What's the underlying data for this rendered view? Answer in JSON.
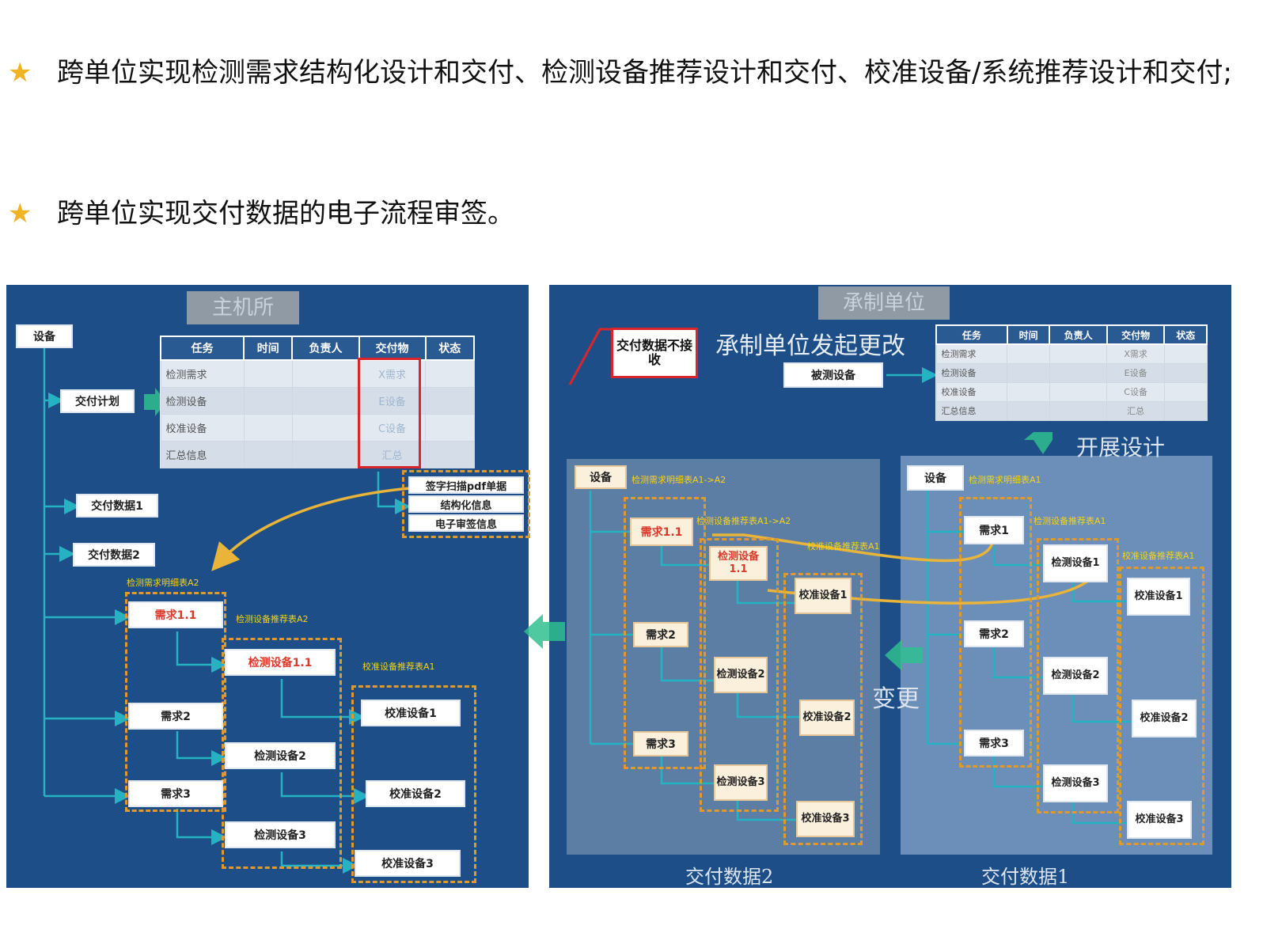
{
  "bullets": [
    "跨单位实现检测需求结构化设计和交付、检测设备推荐设计和交付、校准设备/系统推荐设计和交付;",
    "跨单位实现交付数据的电子流程审签。"
  ],
  "left": {
    "title": "主机所",
    "root": "设备",
    "plan": "交付计划",
    "data1": "交付数据1",
    "data2": "交付数据2",
    "table": {
      "headers": [
        "任务",
        "时间",
        "负责人",
        "交付物",
        "状态"
      ],
      "rows": [
        [
          "检测需求",
          "X需求"
        ],
        [
          "检测设备",
          "E设备"
        ],
        [
          "校准设备",
          "C设备"
        ],
        [
          "汇总信息",
          "汇总"
        ]
      ]
    },
    "deliverables": [
      "签字扫描pdf单据",
      "结构化信息",
      "电子审签信息"
    ],
    "labels": {
      "req_table": "检测需求明细表A2",
      "dev_table": "检测设备推荐表A2",
      "cal_table": "校准设备推荐表A1"
    },
    "reqs": [
      "需求1.1",
      "需求2",
      "需求3"
    ],
    "devs": [
      "检测设备1.1",
      "检测设备2",
      "检测设备3"
    ],
    "cals": [
      "校准设备1",
      "校准设备2",
      "校准设备3"
    ]
  },
  "right": {
    "title": "承制单位",
    "reject": "交付数据不接收",
    "initiate": "承制单位发起更改",
    "tested": "被测设备",
    "design": "开展设计",
    "change": "变更",
    "table": {
      "headers": [
        "任务",
        "时间",
        "负责人",
        "交付物",
        "状态"
      ],
      "rows": [
        [
          "检测需求",
          "X需求"
        ],
        [
          "检测设备",
          "E设备"
        ],
        [
          "校准设备",
          "C设备"
        ],
        [
          "汇总信息",
          "汇总"
        ]
      ]
    },
    "d2": {
      "caption": "交付数据2",
      "root": "设备",
      "labels": {
        "req_table": "检测需求明细表A1->A2",
        "dev_table": "检测设备推荐表A1->A2",
        "cal_table": "校准设备推荐表A1"
      },
      "reqs": [
        "需求1.1",
        "需求2",
        "需求3"
      ],
      "devs": [
        "检测设备1.1",
        "检测设备2",
        "检测设备3"
      ],
      "cals": [
        "校准设备1",
        "校准设备2",
        "校准设备3"
      ]
    },
    "d1": {
      "caption": "交付数据1",
      "root": "设备",
      "labels": {
        "req_table": "检测需求明细表A1",
        "dev_table": "检测设备推荐表A1",
        "cal_table": "校准设备推荐表A1"
      },
      "reqs": [
        "需求1",
        "需求2",
        "需求3"
      ],
      "devs": [
        "检测设备1",
        "检测设备2",
        "检测设备3"
      ],
      "cals": [
        "校准设备1",
        "校准设备2",
        "校准设备3"
      ]
    }
  },
  "colors": {
    "panel": "#1d4e87",
    "star": "#f0b324",
    "dash": "#e09a2b",
    "label": "#f5d515",
    "connector": "#25b3c4",
    "reject_border": "#d9262c"
  }
}
